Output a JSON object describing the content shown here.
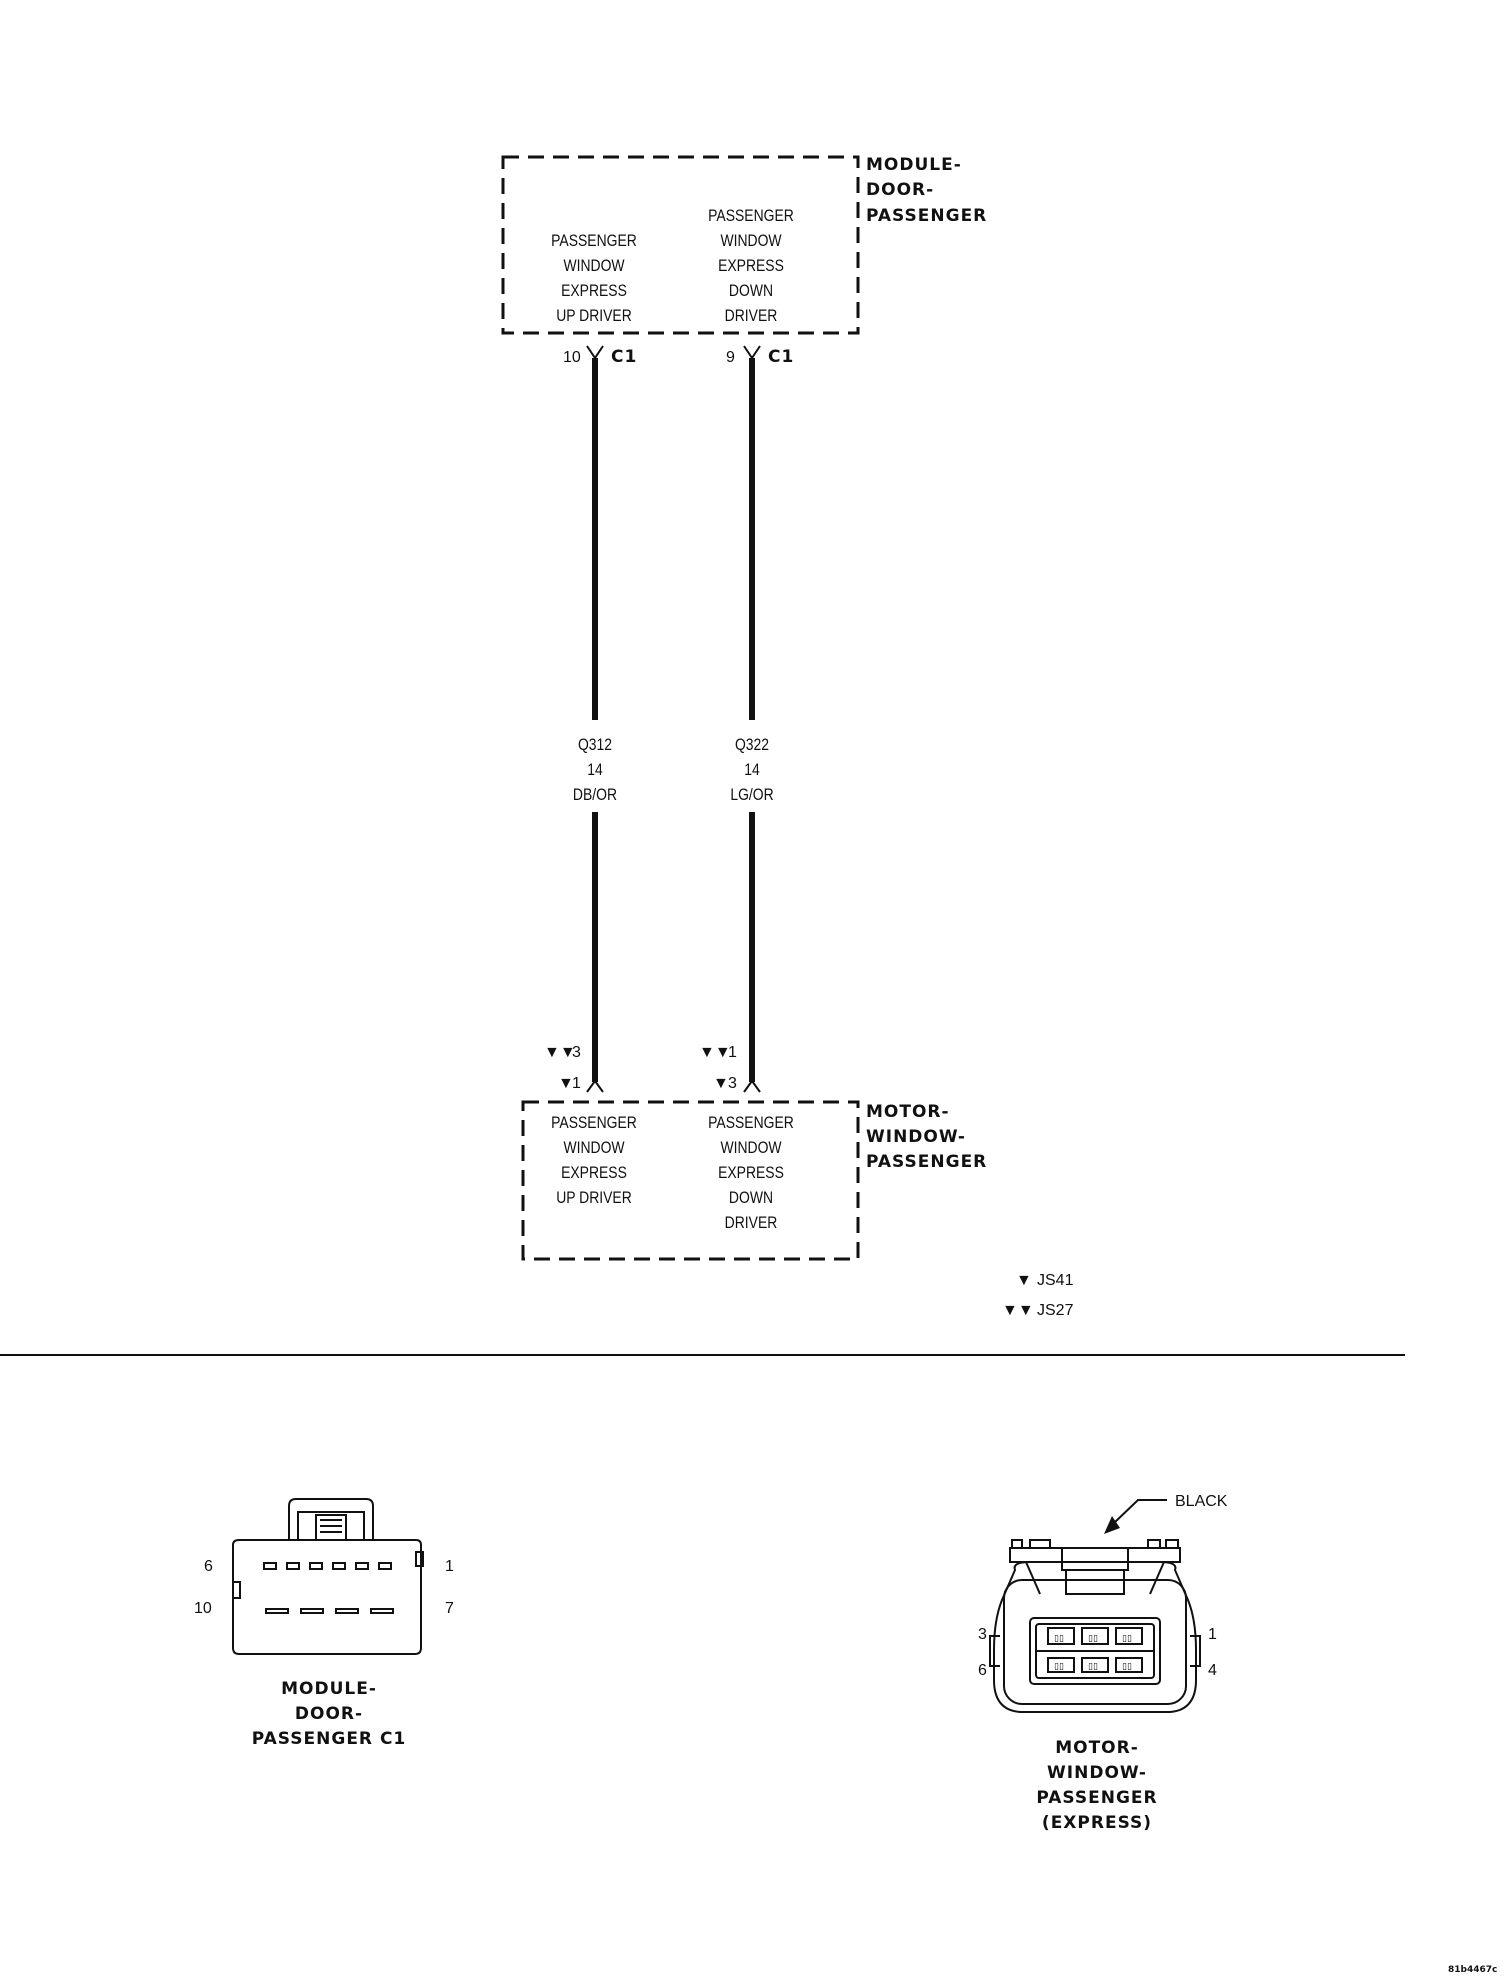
{
  "module": {
    "title_lines": [
      "MODULE-",
      "DOOR-",
      "PASSENGER"
    ],
    "pin_left": {
      "lines": [
        "PASSENGER",
        "WINDOW",
        "EXPRESS",
        "UP DRIVER"
      ]
    },
    "pin_right": {
      "lines": [
        "PASSENGER",
        "WINDOW",
        "EXPRESS",
        "DOWN",
        "DRIVER"
      ]
    }
  },
  "motor": {
    "title_lines": [
      "MOTOR-",
      "WINDOW-",
      "PASSENGER"
    ],
    "pin_left": {
      "lines": [
        "PASSENGER",
        "WINDOW",
        "EXPRESS",
        "UP DRIVER"
      ]
    },
    "pin_right": {
      "lines": [
        "PASSENGER",
        "WINDOW",
        "EXPRESS",
        "DOWN",
        "DRIVER"
      ]
    }
  },
  "connections": {
    "left": {
      "cavity": "10",
      "connector": "C1",
      "circuit": "Q312",
      "gauge": "14",
      "color": "DB/OR",
      "motor_pin_js27": "3",
      "motor_pin_js41": "1"
    },
    "right": {
      "cavity": "9",
      "connector": "C1",
      "circuit": "Q322",
      "gauge": "14",
      "color": "LG/OR",
      "motor_pin_js27": "1",
      "motor_pin_js41": "3"
    }
  },
  "legend": [
    {
      "marker": "▼",
      "label": "JS41"
    },
    {
      "marker": "▼▼",
      "label": "JS27"
    }
  ],
  "connector_views": {
    "module_c1": {
      "title_lines": [
        "MODULE-",
        "DOOR-",
        "PASSENGER C1"
      ],
      "pin_top_left": "6",
      "pin_top_right": "1",
      "pin_bottom_left": "10",
      "pin_bottom_right": "7"
    },
    "motor_express": {
      "title_lines": [
        "MOTOR-",
        "WINDOW-",
        "PASSENGER",
        "(EXPRESS)"
      ],
      "callout": "BLACK",
      "pin_top_left": "3",
      "pin_top_right": "1",
      "pin_bottom_left": "6",
      "pin_bottom_right": "4"
    }
  },
  "figure_id": "81b4467c"
}
